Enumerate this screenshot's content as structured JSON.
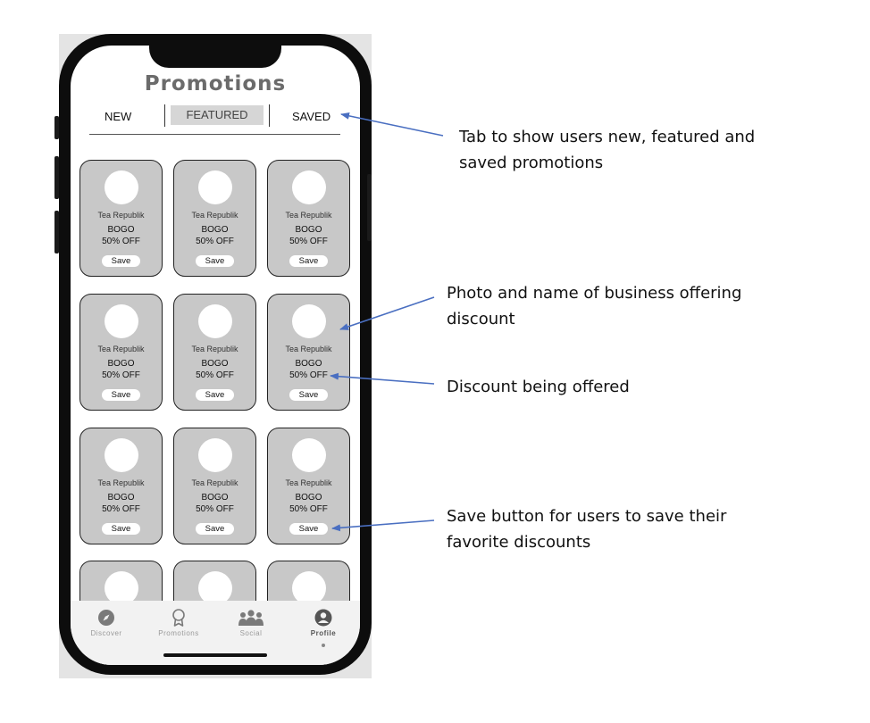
{
  "app": {
    "title": "Promotions"
  },
  "tabs": [
    {
      "label": "NEW"
    },
    {
      "label": "FEATURED"
    },
    {
      "label": "SAVED"
    }
  ],
  "promo_cards": [
    {
      "business": "Tea Republik",
      "deal_line1": "BOGO",
      "deal_line2": "50% OFF",
      "save_label": "Save"
    },
    {
      "business": "Tea Republik",
      "deal_line1": "BOGO",
      "deal_line2": "50% OFF",
      "save_label": "Save"
    },
    {
      "business": "Tea Republik",
      "deal_line1": "BOGO",
      "deal_line2": "50% OFF",
      "save_label": "Save"
    },
    {
      "business": "Tea Republik",
      "deal_line1": "BOGO",
      "deal_line2": "50% OFF",
      "save_label": "Save"
    },
    {
      "business": "Tea Republik",
      "deal_line1": "BOGO",
      "deal_line2": "50% OFF",
      "save_label": "Save"
    },
    {
      "business": "Tea Republik",
      "deal_line1": "BOGO",
      "deal_line2": "50% OFF",
      "save_label": "Save"
    },
    {
      "business": "Tea Republik",
      "deal_line1": "BOGO",
      "deal_line2": "50% OFF",
      "save_label": "Save"
    },
    {
      "business": "Tea Republik",
      "deal_line1": "BOGO",
      "deal_line2": "50% OFF",
      "save_label": "Save"
    },
    {
      "business": "Tea Republik",
      "deal_line1": "BOGO",
      "deal_line2": "50% OFF",
      "save_label": "Save"
    }
  ],
  "bottom_nav": [
    {
      "label": "Discover",
      "icon": "compass-icon"
    },
    {
      "label": "Promotions",
      "icon": "ribbon-icon"
    },
    {
      "label": "Social",
      "icon": "people-icon"
    },
    {
      "label": "Profile",
      "icon": "person-icon",
      "active": true
    }
  ],
  "annotations": {
    "tabs_line1": "Tab to show users new, featured and",
    "tabs_line2": "saved promotions",
    "photo_line1": "Photo and name of business offering",
    "photo_line2": "discount",
    "discount": "Discount being offered",
    "save_line1": "Save button for users to save their",
    "save_line2": "favorite discounts"
  },
  "colors": {
    "card_bg": "#c8c8c8",
    "arrow": "#4a6fc1",
    "phone_frame": "#0d0d0d"
  }
}
